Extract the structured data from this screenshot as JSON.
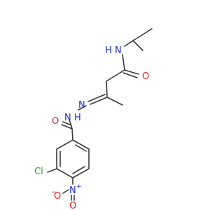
{
  "molecule": {
    "colors": {
      "bond": "#3a3a3a",
      "nitrogen": "#1f2fd6",
      "oxygen": "#e01f1f",
      "chlorine": "#1fa81f",
      "carbon": "#3a3a3a"
    },
    "atoms": {
      "amide_n": "N",
      "amide_h": "H",
      "amide_o": "O",
      "hydrazone_n": "N",
      "nh_n": "N",
      "nh_h": "H",
      "benzoyl_o": "O",
      "chlorine": "Cl",
      "nitro_n": "N",
      "nitro_plus": "+",
      "nitro_o_left": "O",
      "nitro_o_minus": "−",
      "nitro_o_bottom": "O"
    }
  }
}
